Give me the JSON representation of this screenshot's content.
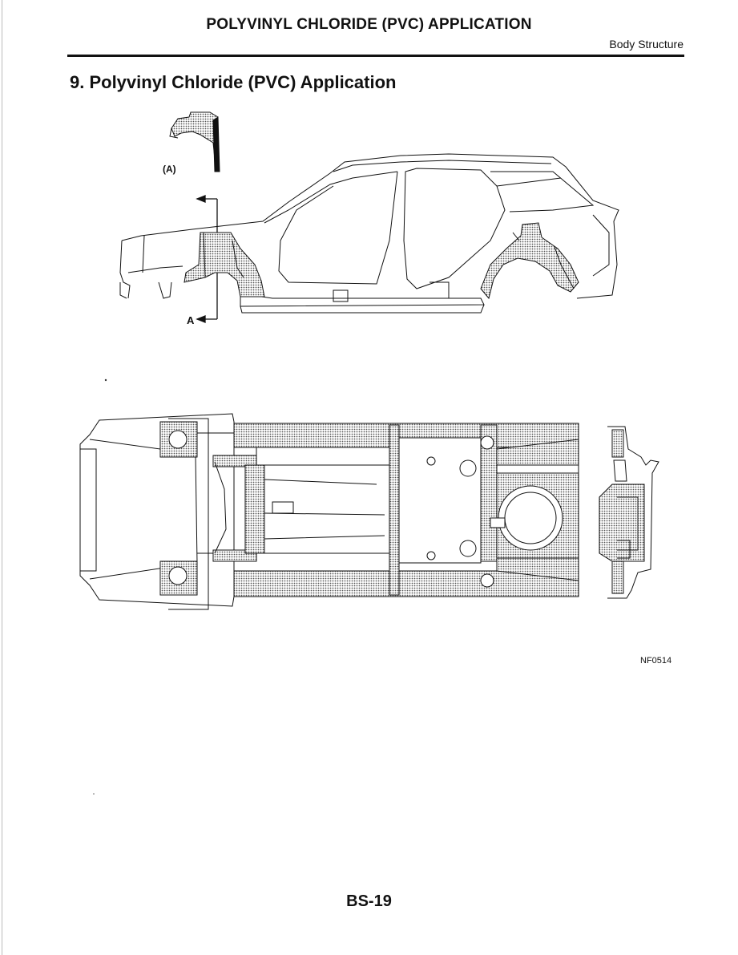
{
  "header": {
    "title": "POLYVINYL CHLORIDE (PVC) APPLICATION",
    "section": "Body Structure"
  },
  "page_heading": "9. Polyvinyl Chloride (PVC) Application",
  "figure": {
    "detail_label": "(A)",
    "section_label": "A",
    "code": "NF0514"
  },
  "footer": {
    "page_number": "BS-19"
  }
}
